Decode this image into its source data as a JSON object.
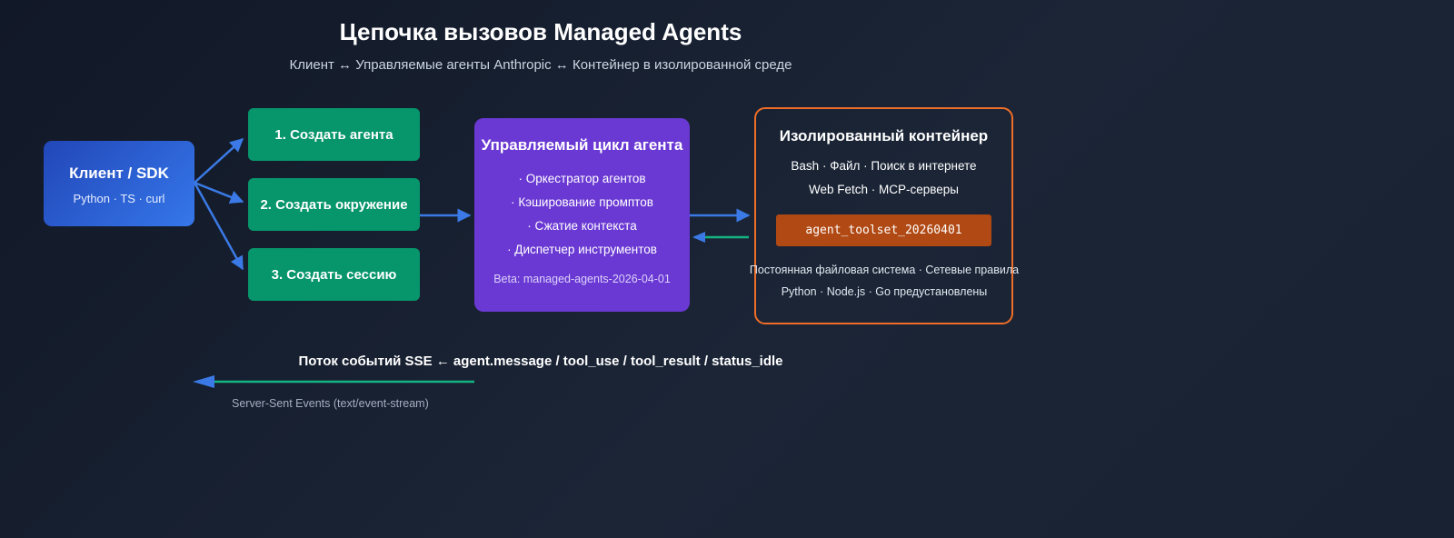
{
  "header": {
    "title": "Цепочка вызовов Managed Agents",
    "subtitle": "Клиент ↔ Управляемые агенты Anthropic ↔ Контейнер в изолированной среде"
  },
  "client": {
    "title": "Клиент / SDK",
    "subtitle": "Python · TS · curl"
  },
  "steps": [
    {
      "label": "1. Создать агента"
    },
    {
      "label": "2. Создать окружение"
    },
    {
      "label": "3. Создать сессию"
    }
  ],
  "agent_loop": {
    "title": "Управляемый цикл агента",
    "items": [
      "· Оркестратор агентов",
      "· Кэширование промптов",
      "· Сжатие контекста",
      "· Диспетчер инструментов"
    ],
    "beta": "Beta: managed-agents-2026-04-01"
  },
  "container": {
    "title": "Изолированный контейнер",
    "tools_line1": "Bash · Файл · Поиск в интернете",
    "tools_line2": "Web Fetch · MCP-серверы",
    "toolset": "agent_toolset_20260401",
    "footer_line1": "Постоянная файловая система · Сетевые правила",
    "footer_line2": "Python · Node.js · Go предустановлены"
  },
  "sse": {
    "label": "Поток событий SSE ← agent.message / tool_use / tool_result / status_idle",
    "sub": "Server-Sent Events (text/event-stream)"
  },
  "colors": {
    "background": "#172033",
    "client": "#2f6be0",
    "steps": "#07956b",
    "agent_loop": "#6a39d3",
    "container_border": "#ef6d28",
    "toolset_badge": "#b04913",
    "request_arrow": "#3b7ae6",
    "response_arrow": "#14b483"
  }
}
